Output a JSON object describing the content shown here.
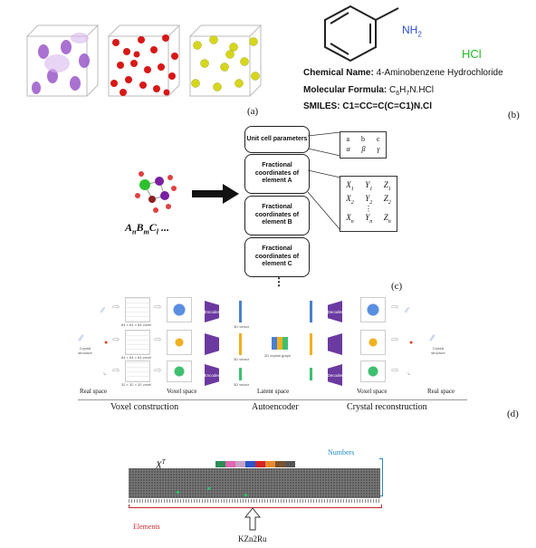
{
  "panel_a": {
    "label": "(a)"
  },
  "panel_b": {
    "label": "(b)",
    "amine": "NH",
    "amine_sub": "2",
    "salt": "HCl",
    "name_key": "Chemical Name:",
    "name_val": "4-Aminobenzene Hydrochloride",
    "formula_key": "Molecular Formula:",
    "formula_c": "C",
    "formula_c_sub": "6",
    "formula_h": "H",
    "formula_h_sub": "7",
    "formula_rest": "N.HCl",
    "smiles_key": "SMILES:",
    "smiles_val": "C1=CC=C(C=C1)N.Cl"
  },
  "panel_c": {
    "label": "(c)",
    "formula": "A",
    "boxes": [
      "Unit cell parameters",
      "Fractional coordinates of element A",
      "Fractional coordinates of element B",
      "Fractional coordinates of element C"
    ],
    "ellipsis": "⋮",
    "params_row1": [
      "a",
      "b",
      "c"
    ],
    "params_row2": [
      "α",
      "β",
      "γ"
    ],
    "coords": [
      "X",
      "Y",
      "Z"
    ],
    "coord_subs": [
      "1",
      "2",
      "n"
    ],
    "vdots": "⋮"
  },
  "panel_d": {
    "label": "(d)",
    "crystal_structure": "Crystal structure",
    "voxel_sizes": [
      "64 × 64 × 64 voxel",
      "64 × 64 × 64 voxel",
      "32 × 32 × 32 voxel"
    ],
    "encoder": "Encoder",
    "decoder": "Decoder",
    "vector_3d": "3D vector",
    "crystal_graph": "2D crystal graph",
    "crystal_structure_out": "Crystal structure",
    "spaces": [
      "Real space",
      "Voxel space",
      "Latent space",
      "Voxel space",
      "Real space"
    ],
    "stages": [
      "Voxel construction",
      "Autoencoder",
      "Crystal reconstruction"
    ]
  },
  "panel_e": {
    "matrix_label": "X",
    "matrix_sup": "T",
    "numbers_label": "Numbers",
    "elements_label": "Elements",
    "compound": "KZn2Ru",
    "number_colors": [
      "#2e8b57",
      "#e066b0",
      "#c8a2c8",
      "#2b55c8",
      "#d4252a",
      "#e88a2c",
      "#7a5230",
      "#555555"
    ]
  },
  "colors": {
    "accent_purple": "#6b3aa0",
    "hcl_green": "#22bb22",
    "nh2_blue": "#2a4fd8",
    "highlight_green": "#2fbf6a"
  }
}
